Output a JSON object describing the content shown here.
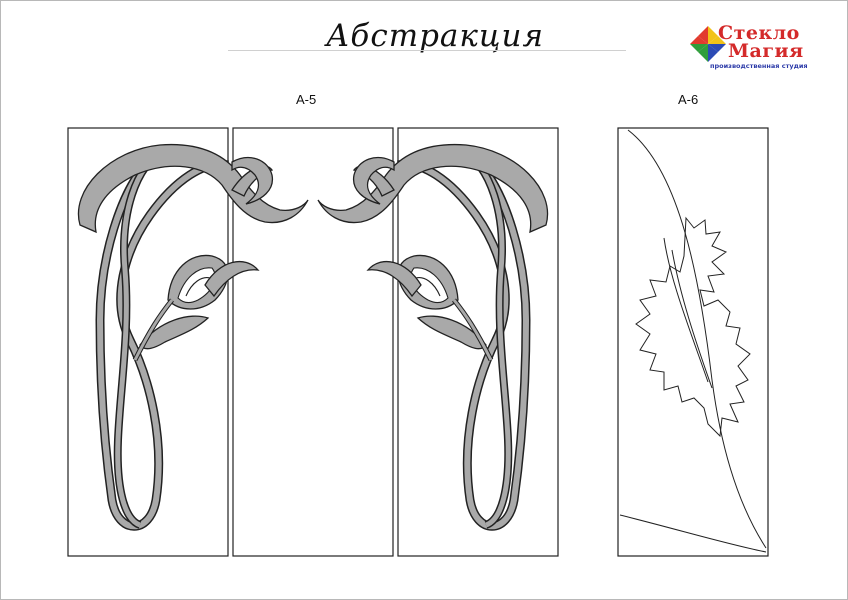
{
  "page": {
    "title": "Абстракция"
  },
  "logo": {
    "line1": "Стекло",
    "line2": "Магия",
    "tagline": "производственная студия",
    "colors": {
      "text": "#d42a2a",
      "tagline": "#2b3aa8",
      "mark": [
        "#e23b2e",
        "#f2c318",
        "#2f9e3b",
        "#2c4bb5"
      ]
    }
  },
  "designs": [
    {
      "code": "А-5",
      "panels": 3,
      "motif": "art-nouveau-swirl"
    },
    {
      "code": "А-6",
      "panels": 1,
      "motif": "leaf"
    }
  ],
  "colors": {
    "fill": "#a9a9a9",
    "stroke": "#222222"
  }
}
